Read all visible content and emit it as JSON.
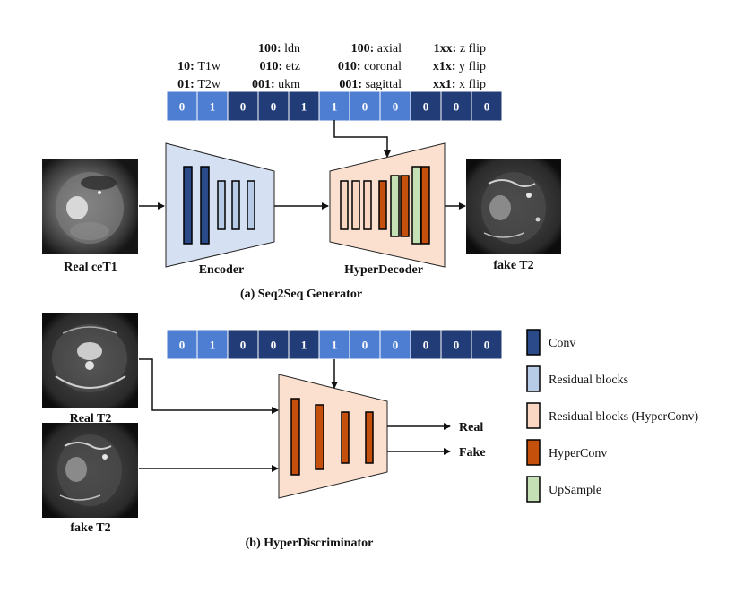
{
  "colors": {
    "conv": "#2a4a8a",
    "residual": "#b8cbe6",
    "residual_hyperconv": "#f9d7c2",
    "hyperconv": "#c4500c",
    "upsample": "#c5e0b4",
    "code_dark": "#213c77",
    "code_light": "#4e7ed1",
    "encoder_fill": "#d5e0f3",
    "decoder_fill": "#fbe0d0"
  },
  "codes": {
    "modality": {
      "lines": [
        {
          "code": "10:",
          "label": "T1w"
        },
        {
          "code": "01:",
          "label": "T2w"
        }
      ]
    },
    "site": {
      "lines": [
        {
          "code": "100:",
          "label": "ldn"
        },
        {
          "code": "010:",
          "label": "etz"
        },
        {
          "code": "001:",
          "label": "ukm"
        }
      ]
    },
    "view": {
      "lines": [
        {
          "code": "100:",
          "label": "axial"
        },
        {
          "code": "010:",
          "label": "coronal"
        },
        {
          "code": "001:",
          "label": "sagittal"
        }
      ]
    },
    "flip": {
      "lines": [
        {
          "code": "1xx:",
          "label": "z flip"
        },
        {
          "code": "x1x:",
          "label": "y flip"
        },
        {
          "code": "xx1:",
          "label": "x flip"
        }
      ]
    }
  },
  "generator": {
    "bits": [
      "0",
      "1",
      "0",
      "0",
      "1",
      "1",
      "0",
      "0",
      "0",
      "0",
      "0"
    ],
    "input_label": "Real ceT1",
    "encoder_label": "Encoder",
    "decoder_label": "HyperDecoder",
    "output_label": "fake T2",
    "caption": "(a) Seq2Seq Generator"
  },
  "discriminator": {
    "bits": [
      "0",
      "1",
      "0",
      "0",
      "1",
      "1",
      "0",
      "0",
      "0",
      "0",
      "0"
    ],
    "input_real_label": "Real T2",
    "input_fake_label": "fake T2",
    "out_real": "Real",
    "out_fake": "Fake",
    "caption": "(b) HyperDiscriminator"
  },
  "legend": [
    {
      "key": "conv",
      "label": "Conv"
    },
    {
      "key": "residual",
      "label": "Residual blocks"
    },
    {
      "key": "residual_hyperconv",
      "label": "Residual blocks (HyperConv)"
    },
    {
      "key": "hyperconv",
      "label": "HyperConv"
    },
    {
      "key": "upsample",
      "label": "UpSample"
    }
  ]
}
